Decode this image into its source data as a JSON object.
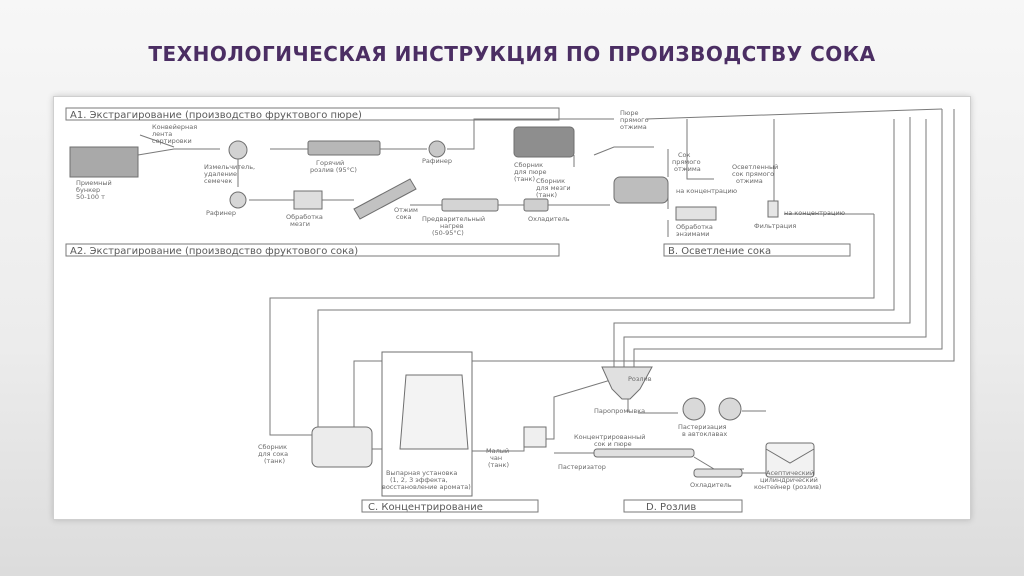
{
  "title": "ТЕХНОЛОГИЧЕСКАЯ ИНСТРУКЦИЯ ПО ПРОИЗВОДСТВУ СОКА",
  "colors": {
    "title": "#4b2e63",
    "line": "#7a7a7a",
    "equipment": "#9c9c9c"
  },
  "sections": {
    "a1": "A1. Экстрагирование (производство фруктового пюре)",
    "a2": "A2. Экстрагирование (производство фруктового сока)",
    "b": "B. Осветление сока",
    "c": "C. Концентрирование",
    "d": "D. Розлив"
  },
  "labels": {
    "conveyor": [
      "Конвейерная",
      "лента",
      "сортировки"
    ],
    "hopper": [
      "Приемный",
      "бункер",
      "50-100 т"
    ],
    "chopper": [
      "Измельчитель,",
      "удаление",
      "семечек"
    ],
    "hot_fill": [
      "Горячий",
      "розлив (95°C)"
    ],
    "refiner1": "Рафинер",
    "tank_puree": [
      "Сборник",
      "для пюре",
      "(танк)"
    ],
    "direct_puree": [
      "Пюре",
      "прямого",
      "отжима"
    ],
    "refiner2": "Рафинер",
    "pulp_treatment": [
      "Обработка",
      "мезги"
    ],
    "press": [
      "Отжим",
      "сока"
    ],
    "preheat": [
      "Предварительный",
      "нагрев",
      "(50-95°C)"
    ],
    "cooler1": "Охладитель",
    "tank_juice1": [
      "Сборник",
      "для мезги",
      "(танк)"
    ],
    "direct_juice": [
      "Сок",
      "прямого",
      "отжима"
    ],
    "clarified": [
      "Осветленный",
      "сок прямого",
      "отжима"
    ],
    "to_concentration": "на концентрацию",
    "enzyme": [
      "Обработка",
      "энзимами"
    ],
    "filtration": "Фильтрация",
    "to_concentration2": "на концентрацию",
    "tank_juice2": [
      "Сборник",
      "для сока",
      "(танк)"
    ],
    "evaporator": [
      "Выпарная установка",
      "(1, 2, 3 эффекта,",
      "восстановление аромата)"
    ],
    "small_tank": [
      "Малый",
      "чан",
      "(танк)"
    ],
    "bottling": "Розлив",
    "steam": "Паропромывка",
    "pasteurization": [
      "Пастеризация",
      "в автоклавах"
    ],
    "concentrated": [
      "Концентрированный",
      "сок и пюре"
    ],
    "pasteurizer": "Пастеризатор",
    "cooler2": "Охладитель",
    "aseptic": [
      "Асептический",
      "цилиндрический",
      "контейнер (розлив)"
    ]
  }
}
